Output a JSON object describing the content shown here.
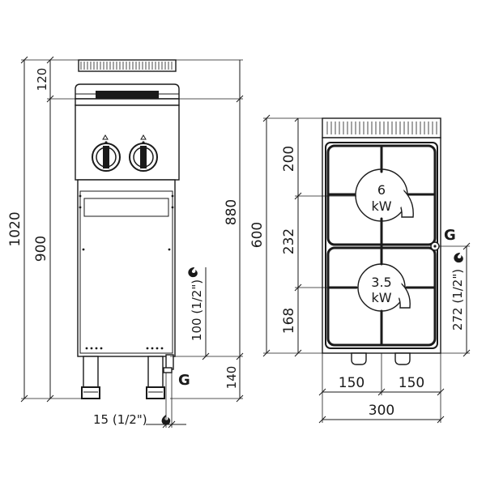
{
  "side_view": {
    "dims": {
      "d120": "120",
      "d1020": "1020",
      "d900": "900",
      "d880": "880",
      "d100": "100 (1/2\")",
      "d140": "140",
      "d15": "15 (1/2\")"
    },
    "gas_label": "G"
  },
  "top_view": {
    "dims": {
      "d600": "600",
      "d200": "200",
      "d232": "232",
      "d168": "168",
      "d272": "272 (1/2\")",
      "d150a": "150",
      "d150b": "150",
      "d300": "300"
    },
    "gas_label": "G",
    "burners": [
      {
        "power": "6",
        "unit": "kW"
      },
      {
        "power": "3.5",
        "unit": "kW"
      }
    ]
  }
}
